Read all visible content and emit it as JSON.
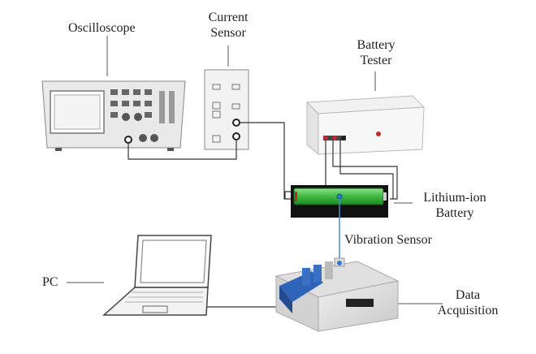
{
  "labels": {
    "oscilloscope": "Oscilloscope",
    "current_sensor_line1": "Current",
    "current_sensor_line2": "Sensor",
    "battery_tester_line1": "Battery",
    "battery_tester_line2": "Tester",
    "lithium_battery_line1": "Lithium-ion",
    "lithium_battery_line2": "Battery",
    "vibration_sensor": "Vibration Sensor",
    "pc": "PC",
    "data_acquisition_line1": "Data",
    "data_acquisition_line2": "Acquisition"
  },
  "colors": {
    "wire": "#333333",
    "sensor_wire": "#4a90c8",
    "battery_green": "#3fb83f",
    "daq_blue": "#2f63b8"
  }
}
